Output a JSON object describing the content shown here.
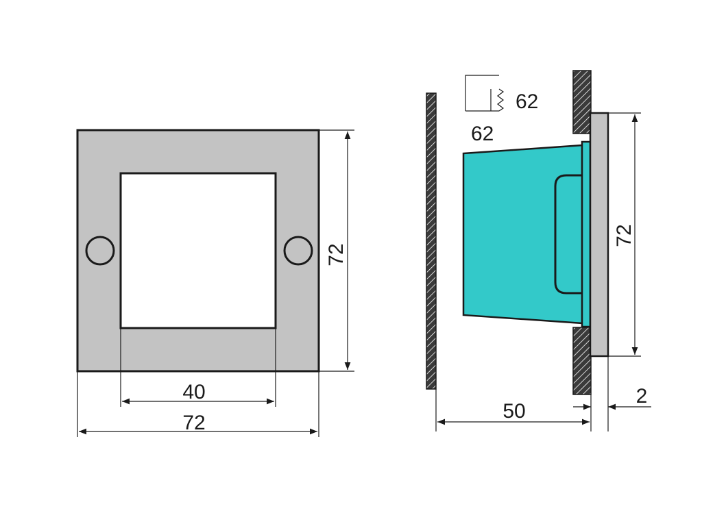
{
  "front_view": {
    "outer_width_label": "72",
    "opening_width_label": "40",
    "height_label": "72",
    "colors": {
      "frame": "#c3c3c3",
      "opening": "#ffffff",
      "outline": "#1a1a1a"
    }
  },
  "side_view": {
    "cutout_label": "62",
    "cutout_symbol_label": "62",
    "depth_label": "50",
    "plate_thickness_label": "2",
    "height_label": "72",
    "colors": {
      "body": "#33c9c9",
      "plate": "#c3c3c3",
      "wall": "#2b2b2b"
    }
  }
}
